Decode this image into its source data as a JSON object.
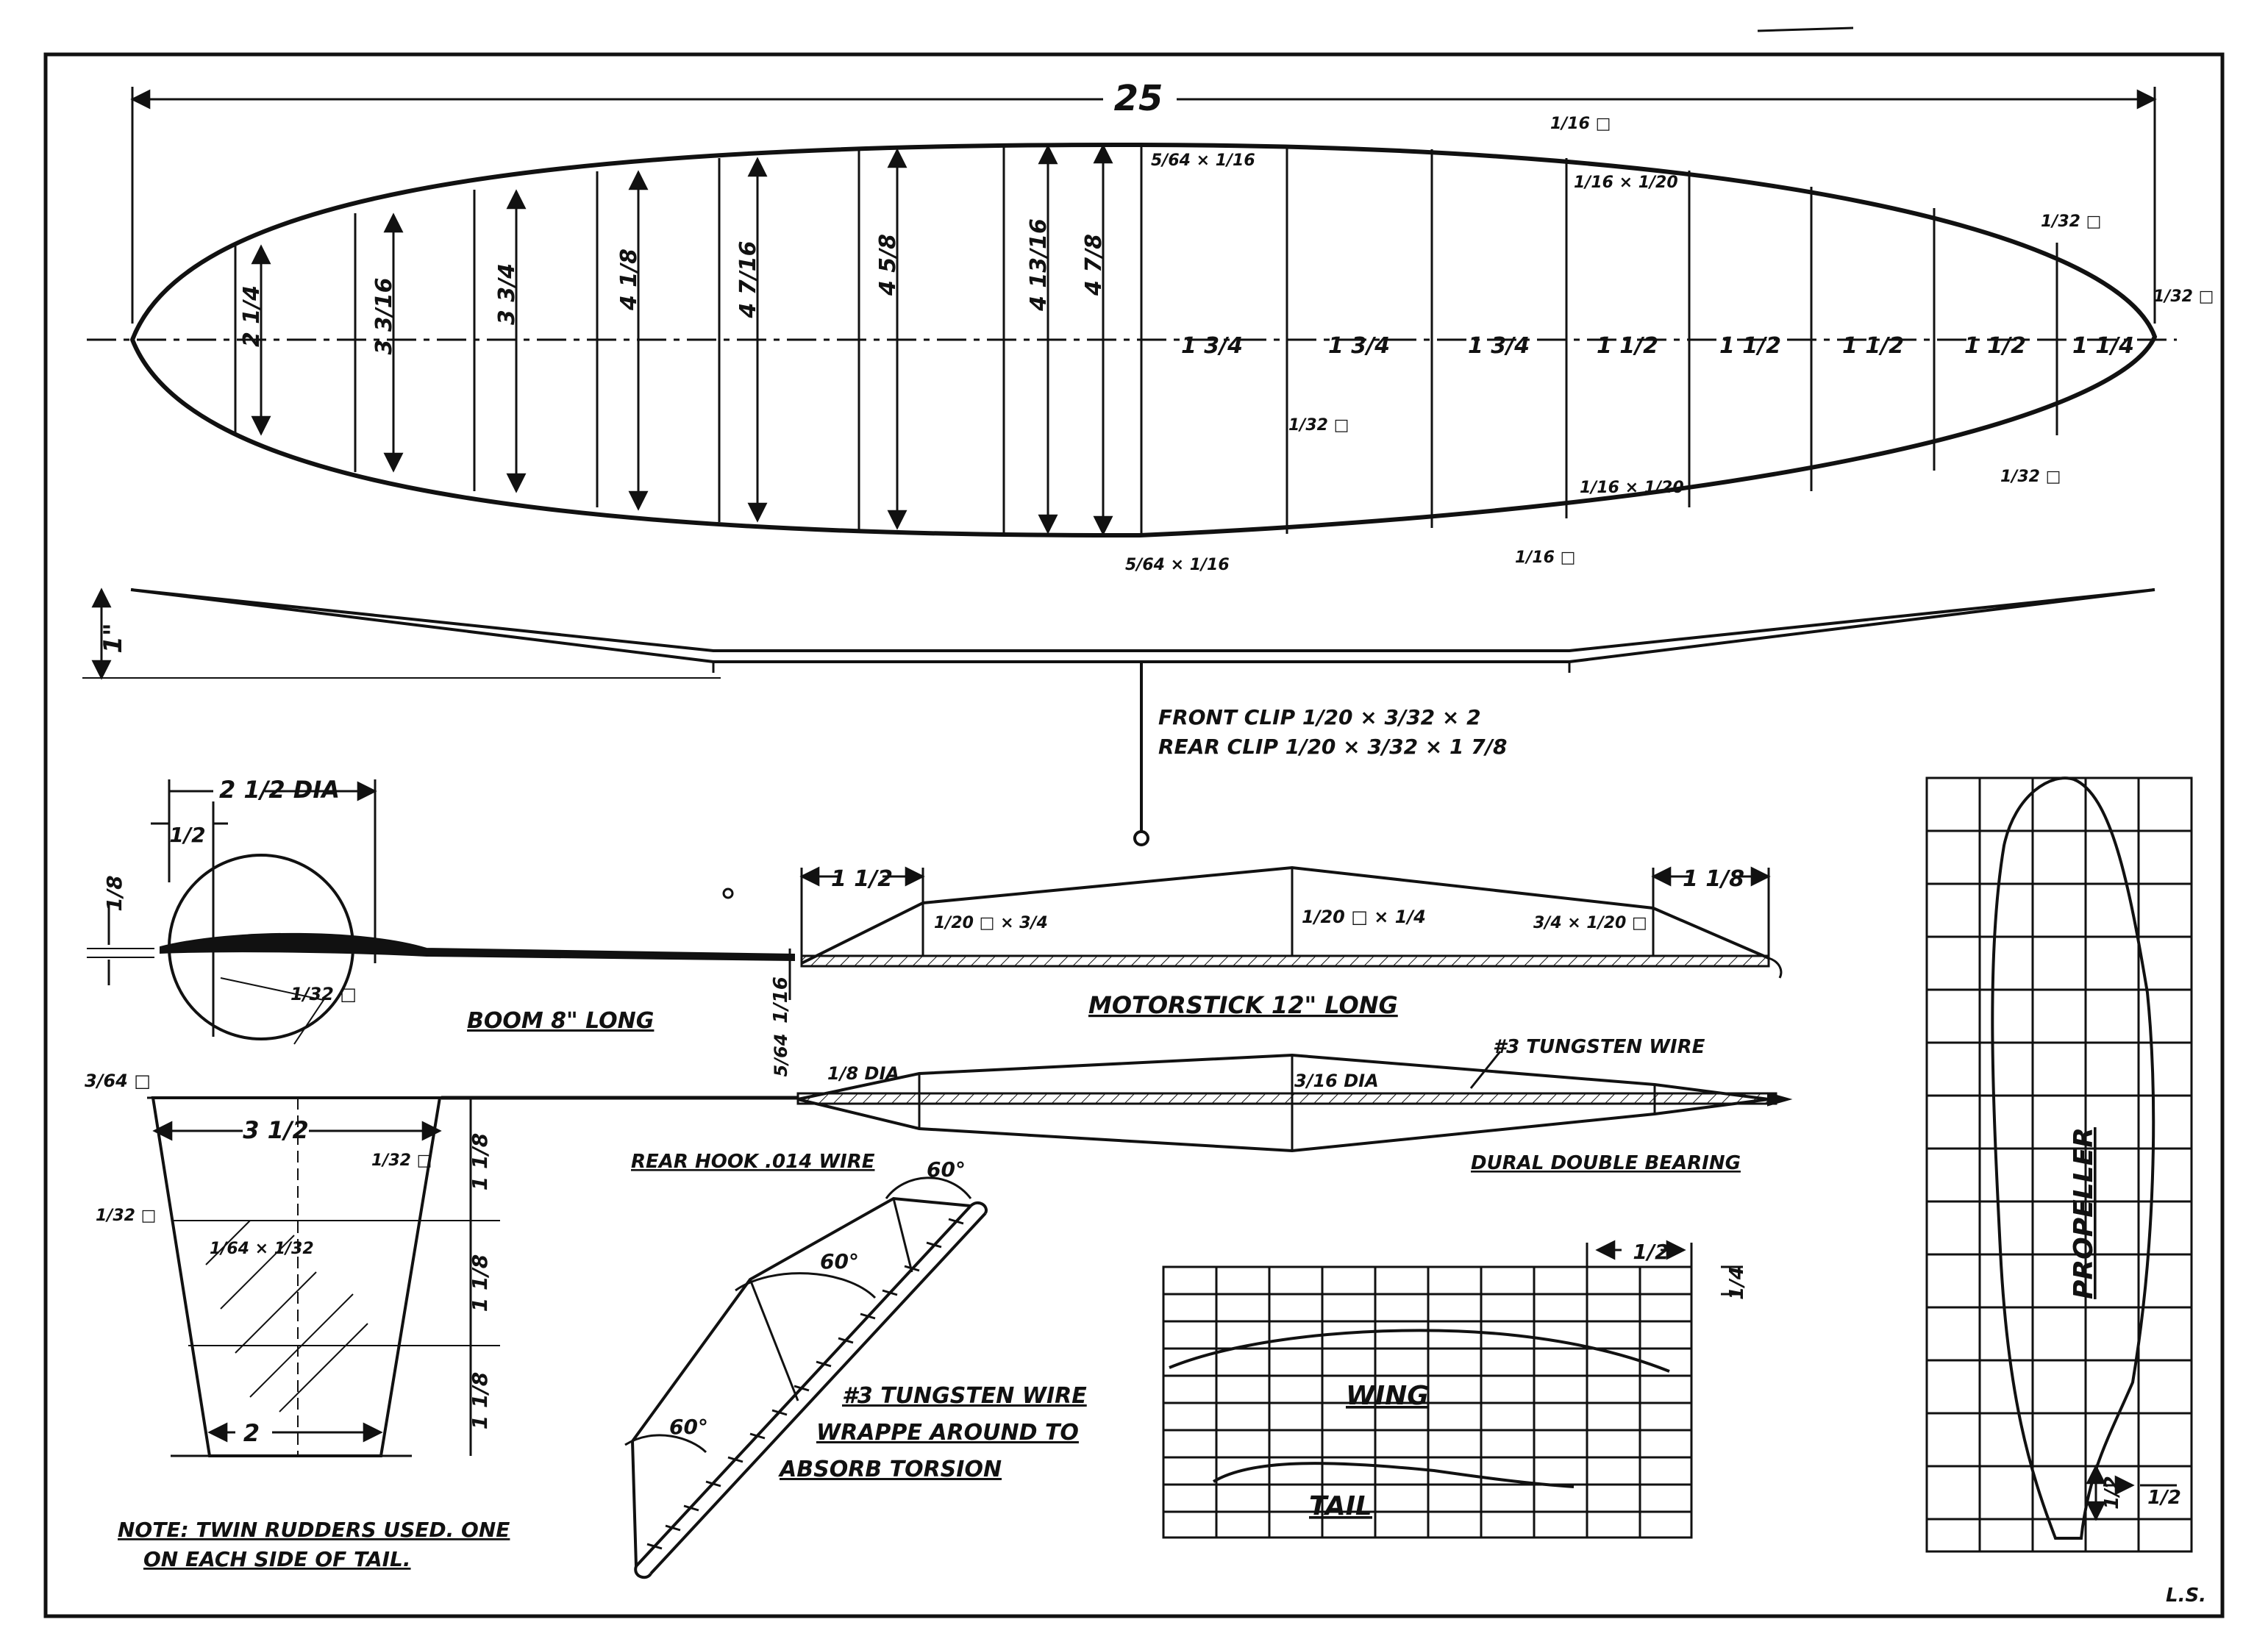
{
  "drawing": {
    "colors": {
      "ink": "#111111",
      "paper": "#ffffff"
    },
    "wing_plan": {
      "span": "25",
      "chords": [
        "2 1/4",
        "3 3/16",
        "3 3/4",
        "4 1/8",
        "4 7/16",
        "4 5/8",
        "4 13/16",
        "4 7/8"
      ],
      "spacings": [
        "1 3/4",
        "1 3/4",
        "1 3/4",
        "1 1/2",
        "1 1/2",
        "1 1/2",
        "1 1/2",
        "1 1/4"
      ],
      "edge_notes": [
        "1/16 □",
        "5/64 × 1/16",
        "1/16 × 1/20",
        "1/32 □",
        "1/32 □",
        "1/32 □",
        "1/16 × 1/20",
        "1/16 □",
        "5/64 × 1/16",
        "1/32 □"
      ]
    },
    "dihedral": {
      "height": "1\""
    },
    "clips": {
      "front": "FRONT CLIP 1/20 × 3/32 × 2",
      "rear": "REAR CLIP 1/20 × 3/32 × 1 7/8"
    },
    "boom": {
      "dia": "2 1/2 DIA",
      "offset": "1/2",
      "height": "1/8",
      "spar": "1/32 □",
      "label": "BOOM 8\" LONG"
    },
    "motorstick": {
      "left_dim": "1 1/2",
      "right_dim": "1 1/8",
      "spar_a": "1/20 □ × 3/4",
      "spar_b": "1/20 □ × 1/4",
      "spar_c": "3/4 × 1/20 □",
      "depth": "1/16",
      "label": "MOTORSTICK 12\" LONG",
      "tungsten": "#3 TUNGSTEN WIRE",
      "dia_a": "1/8 DIA",
      "dia_b": "3/16 DIA",
      "frac_5_64": "5/64",
      "bearing": "DURAL DOUBLE BEARING"
    },
    "rudder": {
      "top_spar": "3/64 □",
      "top_width": "3 1/2",
      "edge_a": "1/32 □",
      "edge_b": "1/32 □",
      "rib": "1/64 × 1/32",
      "bottom_width": "2",
      "heights": [
        "1 1/8",
        "1 1/8",
        "1 1/8"
      ],
      "note_line1": "NOTE: TWIN RUDDERS USED. ONE",
      "note_line2": "ON EACH SIDE OF TAIL."
    },
    "rear_hook": {
      "label": "REAR HOOK .014 WIRE",
      "angles": [
        "60°",
        "60°",
        "60°"
      ],
      "wire_line1": "#3 TUNGSTEN WIRE",
      "wire_line2": "WRAPPE AROUND TO",
      "wire_line3": "ABSORB TORSION"
    },
    "airfoils": {
      "grid_x": "1/2",
      "grid_y": "1/4",
      "wing": "WING",
      "tail": "TAIL"
    },
    "propeller": {
      "label": "PROPELLER",
      "grid": "1/2",
      "grid_v": "1/2"
    },
    "signature": "L.S."
  }
}
